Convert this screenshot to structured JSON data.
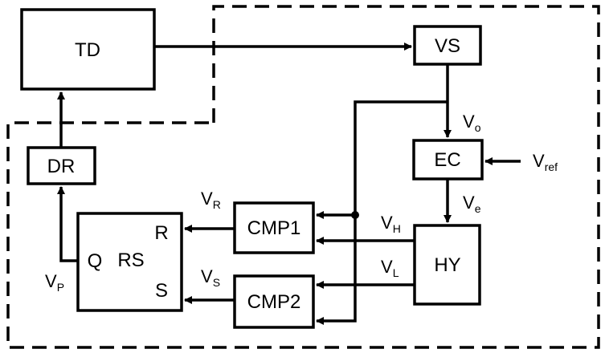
{
  "blocks": {
    "td": "TD",
    "vs": "VS",
    "ec": "EC",
    "dr": "DR",
    "rs": "RS",
    "cmp1": "CMP1",
    "cmp2": "CMP2",
    "hy": "HY"
  },
  "ports": {
    "q": "Q",
    "r": "R",
    "s": "S"
  },
  "signals": {
    "vo": {
      "main": "V",
      "sub": "o"
    },
    "vref": {
      "main": "V",
      "sub": "ref"
    },
    "ve": {
      "main": "V",
      "sub": "e"
    },
    "vr": {
      "main": "V",
      "sub": "R"
    },
    "vs": {
      "main": "V",
      "sub": "S"
    },
    "vh": {
      "main": "V",
      "sub": "H"
    },
    "vl": {
      "main": "V",
      "sub": "L"
    },
    "vp": {
      "main": "V",
      "sub": "P"
    }
  }
}
